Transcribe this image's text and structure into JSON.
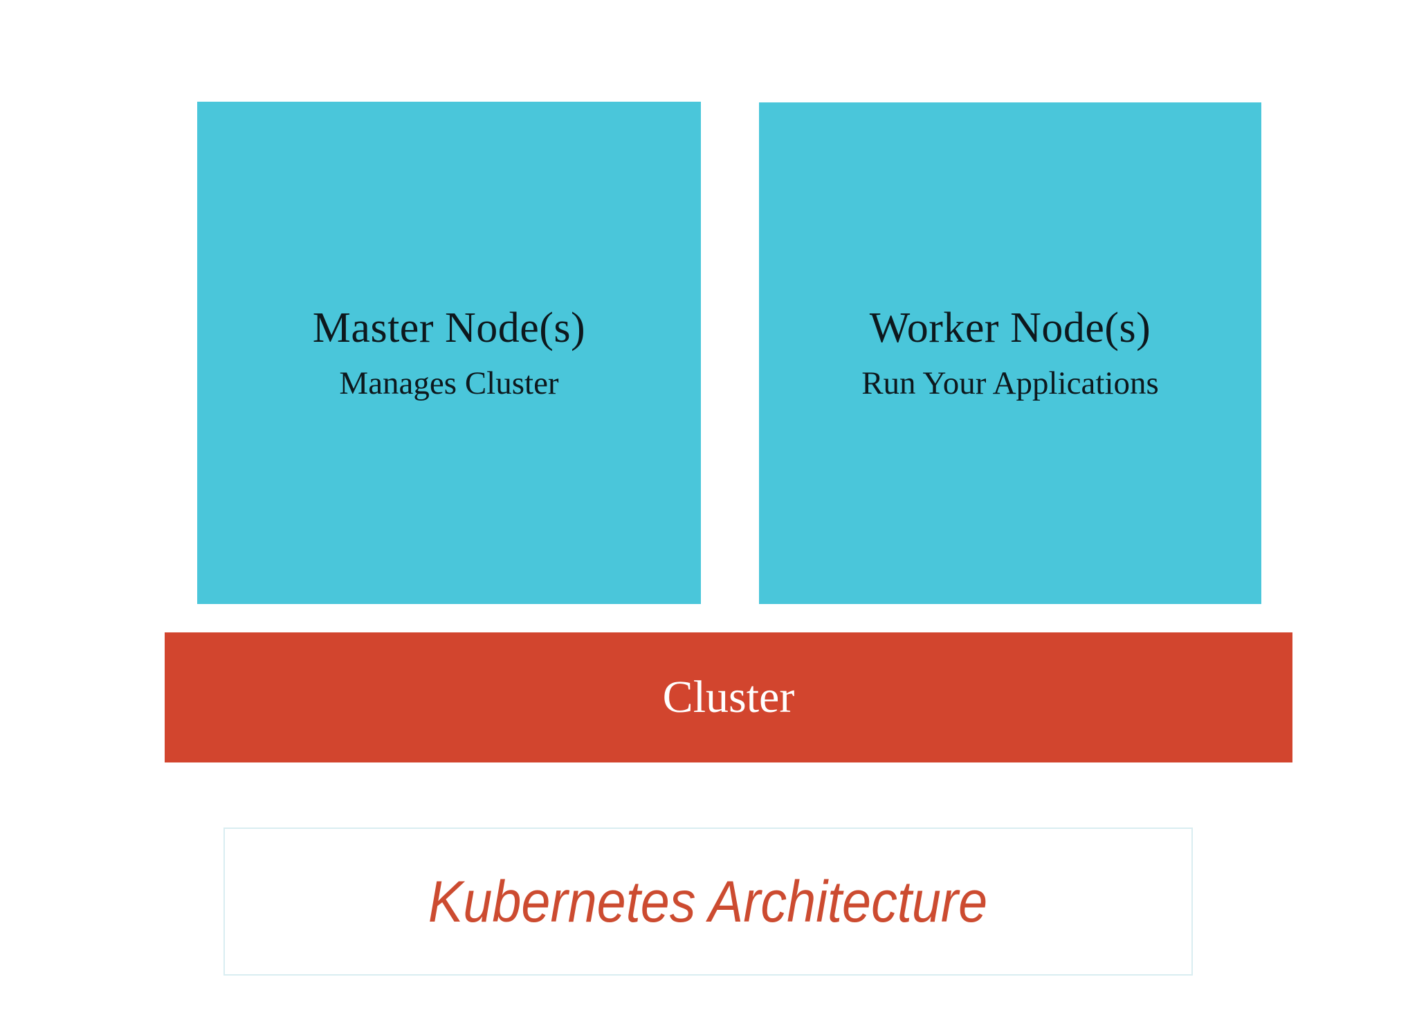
{
  "nodes": [
    {
      "title": "Master Node(s)",
      "subtitle": "Manages Cluster"
    },
    {
      "title": "Worker Node(s)",
      "subtitle": "Run Your Applications"
    }
  ],
  "cluster": {
    "label": "Cluster"
  },
  "caption": {
    "title": "Kubernetes Architecture"
  },
  "colors": {
    "node_box_fill": "#4ac6da",
    "cluster_bar_fill": "#d2452e",
    "caption_text": "#cc4b30",
    "node_text": "#0d181d",
    "caption_border": "#d9edf1",
    "cluster_text": "#ffffff",
    "background": "#ffffff"
  }
}
